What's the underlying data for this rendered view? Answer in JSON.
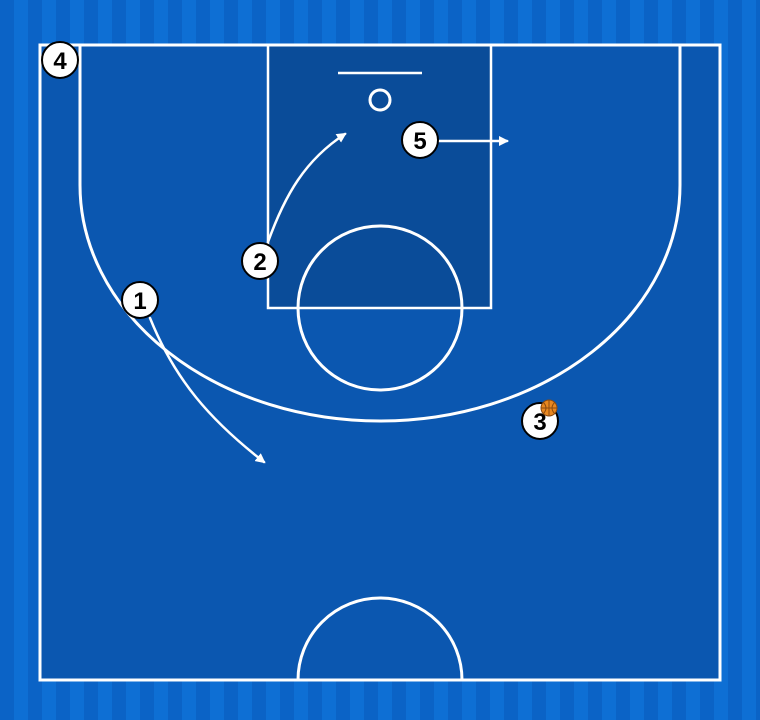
{
  "colors": {
    "background": "#0b63c6",
    "background_stripe": "#0e6fd4",
    "court": "#0b57b0",
    "paint": "#0a4c99",
    "lines": "#ffffff",
    "player_fill": "#ffffff",
    "player_text": "#000000",
    "ball": "#e8871f"
  },
  "players": [
    {
      "id": "p1",
      "label": "1"
    },
    {
      "id": "p2",
      "label": "2"
    },
    {
      "id": "p3",
      "label": "3"
    },
    {
      "id": "p4",
      "label": "4"
    },
    {
      "id": "p5",
      "label": "5"
    }
  ],
  "ball": {
    "holder": "3",
    "icon": "basketball-icon"
  },
  "movements": [
    {
      "player": "1",
      "type": "cut"
    },
    {
      "player": "2",
      "type": "cut"
    },
    {
      "player": "5",
      "type": "cut"
    }
  ]
}
